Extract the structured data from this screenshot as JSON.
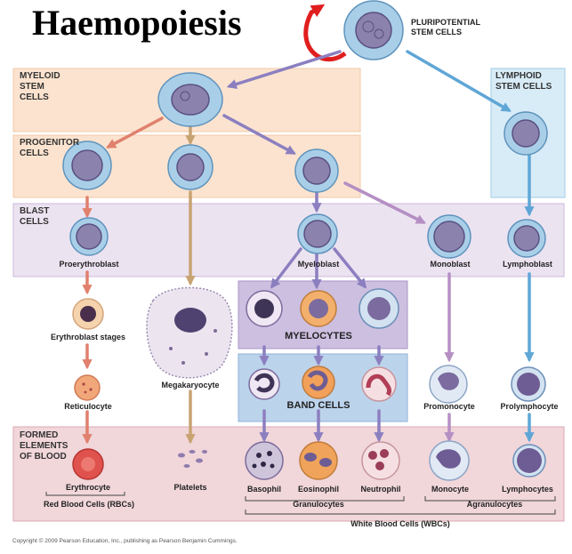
{
  "title": "Haemopoiesis",
  "zones": {
    "myeloid_stem": "MYELOID\nSTEM\nCELLS",
    "progenitor": "PROGENITOR\nCELLS",
    "blast": "BLAST\nCELLS",
    "lymphoid_stem": "LYMPHOID\nSTEM CELLS",
    "formed": "FORMED\nELEMENTS\nOF BLOOD",
    "myelocytes": "MYELOCYTES",
    "band": "BAND CELLS"
  },
  "cells": {
    "pluripotential": "PLURIPOTENTIAL\nSTEM CELLS",
    "proerythroblast": "Proerythroblast",
    "myeloblast": "Myeloblast",
    "monoblast": "Monoblast",
    "lymphoblast": "Lymphoblast",
    "erythroblast": "Erythroblast stages",
    "megakaryocyte": "Megakaryocyte",
    "reticulocyte": "Reticulocyte",
    "promonocyte": "Promonocyte",
    "prolymphocyte": "Prolymphocyte",
    "erythrocyte": "Erythrocyte",
    "platelets": "Platelets",
    "basophil": "Basophil",
    "eosinophil": "Eosinophil",
    "neutrophil": "Neutrophil",
    "monocyte": "Monocyte",
    "lymphocytes": "Lymphocytes"
  },
  "groups": {
    "rbc": "Red Blood Cells (RBCs)",
    "granulocytes": "Granulocytes",
    "agranulocytes": "Agranulocytes",
    "wbc": "White Blood Cells (WBCs)"
  },
  "copyright": "Copyright © 2009 Pearson Education, Inc., publishing as Pearson Benjamin Cummings.",
  "colors": {
    "zone_peach": "#fbe3cf",
    "zone_lavender": "#ece3f1",
    "zone_blue": "#d8ecf7",
    "zone_pink": "#f1d6da",
    "zone_purple": "#cdbfe0",
    "zone_steel": "#bcd3ec",
    "arrow_red": "#e0806d",
    "arrow_tan": "#c8a372",
    "arrow_purple": "#8c7fc0",
    "arrow_violet": "#b58fc4",
    "arrow_blue": "#5fa6d6",
    "curve_red": "#e01e1e"
  }
}
